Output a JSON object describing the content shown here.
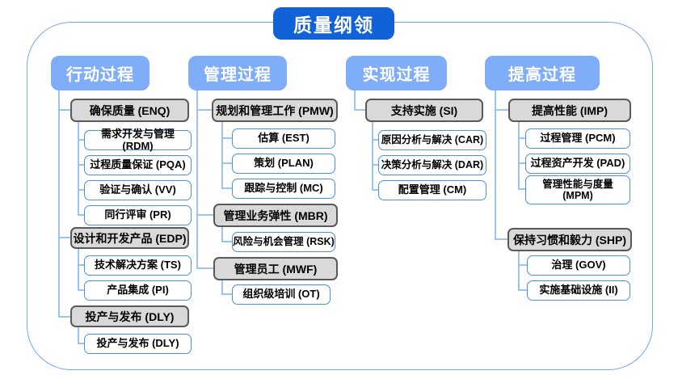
{
  "title": "质量纲领",
  "colors": {
    "title_bg": "#1161d8",
    "header_bg": "#7fadf7",
    "gray_fill": "#d9d9d9",
    "gray_border": "#595959",
    "white_border": "#4a90e2",
    "connector": "#9cc4f2",
    "frame_border": "#74a7ef",
    "text": "#000000",
    "header_text": "#ffffff"
  },
  "columns": [
    {
      "label": "行动过程",
      "groups": [
        {
          "label": "确保质量 (ENQ)",
          "children": [
            "需求开发与管理 (RDM)",
            "过程质量保证 (PQA)",
            "验证与确认 (VV)",
            "同行评审 (PR)"
          ]
        },
        {
          "label": "设计和开发产品 (EDP)",
          "children": [
            "技术解决方案 (TS)",
            "产品集成 (PI)"
          ]
        },
        {
          "label": "投产与发布 (DLY)",
          "children": [
            "投产与发布 (DLY)"
          ]
        }
      ]
    },
    {
      "label": "管理过程",
      "groups": [
        {
          "label": "规划和管理工作 (PMW)",
          "children": [
            "估算 (EST)",
            "策划 (PLAN)",
            "跟踪与控制 (MC)"
          ]
        },
        {
          "label": "管理业务弹性 (MBR)",
          "children": [
            "风险与机会管理 (RSK)"
          ]
        },
        {
          "label": "管理员工 (MWF)",
          "children": [
            "组织级培训 (OT)"
          ]
        }
      ]
    },
    {
      "label": "实现过程",
      "groups": [
        {
          "label": "支持实施 (SI)",
          "children": [
            "原因分析与解决 (CAR)",
            "决策分析与解决 (DAR)",
            "配置管理 (CM)"
          ]
        }
      ]
    },
    {
      "label": "提高过程",
      "groups": [
        {
          "label": "提高性能 (IMP)",
          "children": [
            "过程管理 (PCM)",
            "过程资产开发 (PAD)",
            "管理性能与度量 (MPM)"
          ]
        },
        {
          "label": "保持习惯和毅力 (SHP)",
          "children": [
            "治理 (GOV)",
            "实施基础设施 (II)"
          ]
        }
      ]
    }
  ]
}
